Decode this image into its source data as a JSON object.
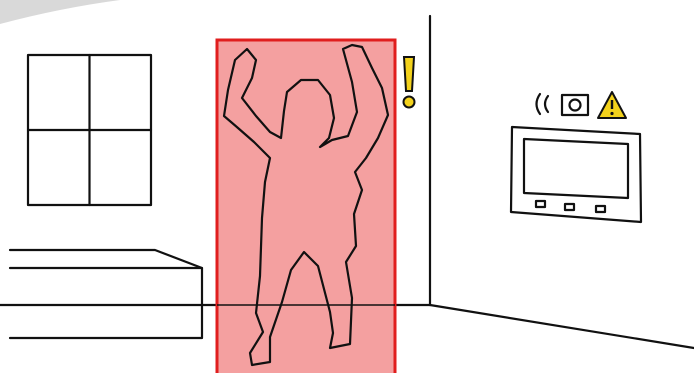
{
  "scene": {
    "kind": "room-illustration",
    "colors": {
      "background": "#ffffff",
      "line": "#111111",
      "alert_zone_fill": "#f4a0a0",
      "alert_zone_border": "#e01e1e",
      "warning_yellow": "#f3d21c",
      "corner_shade": "#d9d9d9"
    },
    "elements": {
      "window": {
        "icon": "window-icon"
      },
      "bed": {
        "icon": "bed-icon"
      },
      "door": {
        "icon": "door-frame-icon"
      },
      "alert_zone": {
        "icon": "highlight-rectangle"
      },
      "person": {
        "icon": "person-silhouette-icon"
      },
      "exclamation": {
        "icon": "exclamation-icon"
      },
      "wifi_signal": {
        "icon": "signal-waves-icon"
      },
      "camera": {
        "icon": "camera-icon"
      },
      "warning": {
        "icon": "warning-triangle-icon"
      },
      "monitor": {
        "icon": "monitor-panel-icon",
        "buttons": 3
      }
    }
  }
}
